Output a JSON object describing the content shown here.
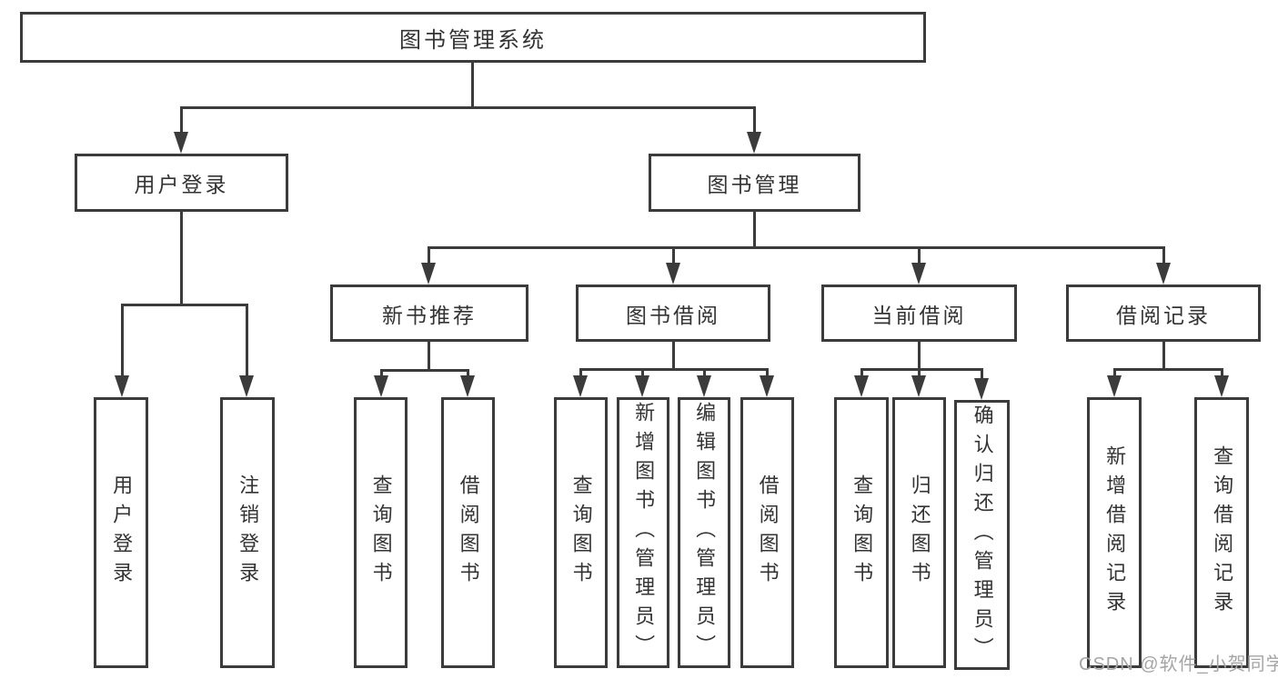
{
  "diagram": {
    "root": {
      "label": "图书管理系统",
      "children": [
        {
          "label": "用户登录",
          "children": [
            {
              "label": "用户登录"
            },
            {
              "label": "注销登录"
            }
          ]
        },
        {
          "label": "图书管理",
          "children": [
            {
              "label": "新书推荐",
              "children": [
                {
                  "label": "查询图书"
                },
                {
                  "label": "借阅图书"
                }
              ]
            },
            {
              "label": "图书借阅",
              "children": [
                {
                  "label": "查询图书"
                },
                {
                  "label": "新增图书（管理员）"
                },
                {
                  "label": "编辑图书（管理员）"
                },
                {
                  "label": "借阅图书"
                }
              ]
            },
            {
              "label": "当前借阅",
              "children": [
                {
                  "label": "查询图书"
                },
                {
                  "label": "归还图书"
                },
                {
                  "label": "确认归还（管理员）"
                }
              ]
            },
            {
              "label": "借阅记录",
              "children": [
                {
                  "label": "新增借阅记录"
                },
                {
                  "label": "查询借阅记录"
                }
              ]
            }
          ]
        }
      ]
    },
    "colors": {
      "line": "#3b3b3b",
      "text": "#333333",
      "background": "#ffffff",
      "watermark": "#a5a5a5"
    }
  },
  "watermark": {
    "text": "CSDN @软件_小贺同学"
  }
}
